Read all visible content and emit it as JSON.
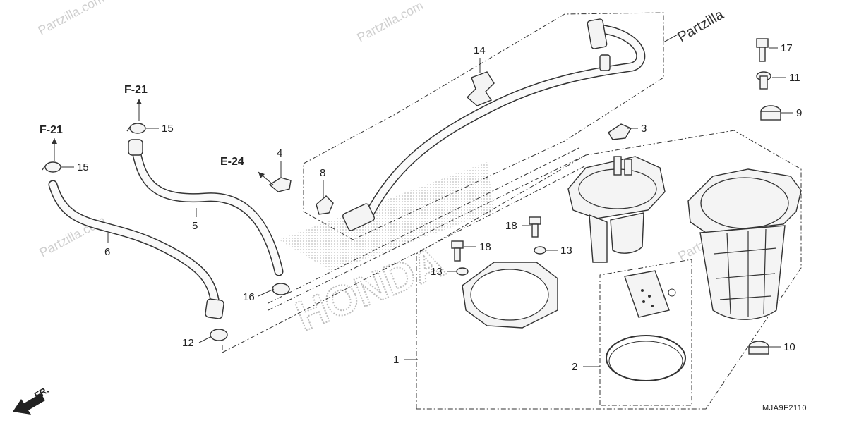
{
  "watermarks": {
    "brand_top": "Partzilla",
    "brand_faint": "Partzilla.com",
    "oem_logo": "HONDA"
  },
  "refs": {
    "f21_upper": "F-21",
    "f21_lower": "F-21",
    "e24": "E-24"
  },
  "callouts": {
    "c1": "1",
    "c2": "2",
    "c3": "3",
    "c4": "4",
    "c5": "5",
    "c6": "6",
    "c8": "8",
    "c9": "9",
    "c10": "10",
    "c11": "11",
    "c12": "12",
    "c13a": "13",
    "c13b": "13",
    "c14": "14",
    "c15a": "15",
    "c15b": "15",
    "c16": "16",
    "c17": "17",
    "c18a": "18",
    "c18b": "18"
  },
  "front_arrow": "FR.",
  "diagram_code": "MJA9F2110"
}
